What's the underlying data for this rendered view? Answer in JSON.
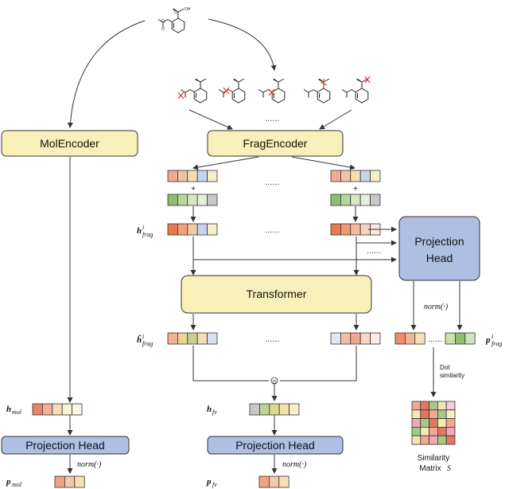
{
  "blocks": {
    "mol_encoder": "MolEncoder",
    "frag_encoder": "FragEncoder",
    "transformer": "Transformer",
    "projection_head_right_line1": "Projection",
    "projection_head_right_line2": "Head",
    "projection_head_left": "Projection Head",
    "projection_head_middle": "Projection Head"
  },
  "labels": {
    "h_frag": "h",
    "h_frag_sup": "i",
    "h_frag_sub": "frag",
    "h_hat_frag": "ĥ",
    "h_hat_frag_sup": "i",
    "h_hat_frag_sub": "frag",
    "h_mol": "h",
    "h_mol_sub": "mol",
    "h_fv": "h",
    "h_fv_sub": "fv",
    "p_mol": "p",
    "p_mol_sub": "mol",
    "p_fv": "p",
    "p_fv_sub": "fv",
    "p_frag": "p",
    "p_frag_sup": "i",
    "p_frag_sub": "frag",
    "norm_left": "norm(·)",
    "norm_middle": "norm(·)",
    "norm_right": "norm(·)",
    "plus": "+",
    "odot": "⊙",
    "dots": "......",
    "dot_similarity_line1": "Dot",
    "dot_similarity_line2": "similarity",
    "similarity_line1": "Similarity",
    "similarity_line2": "Matrix ",
    "similarity_symbol": "S",
    "atom_o": "O",
    "atom_oh": "OH"
  },
  "colors": {
    "yellow_block": "#f7f0b8",
    "blue_block": "#aebfe2",
    "cut_mark": "#d23a2a",
    "vec_frag": [
      "#f3a991",
      "#f0c3a6",
      "#f5dfb0",
      "#c9d4ec",
      "#f4efc4"
    ],
    "vec_pos": [
      "#8fbf6e",
      "#b7d69a",
      "#d7e7c0",
      "#e6efd9",
      "#c8c8c8"
    ],
    "vec_h_frag_left": [
      "#e6794f",
      "#f2a07c",
      "#f1c9a4",
      "#c9d4ec",
      "#f4efc4"
    ],
    "vec_h_frag_right": [
      "#e6794f",
      "#f09574",
      "#f3bba0",
      "#f6d3c0",
      "#fbe7dc"
    ],
    "vec_h_hat_left": [
      "#f4b08c",
      "#e8d68e",
      "#c7d08d",
      "#f3ddb2",
      "#d7dff0"
    ],
    "vec_h_hat_right": [
      "#dfe8f2",
      "#f4bba6",
      "#f1a891",
      "#f8d8cc",
      "#fbe9e2"
    ],
    "vec_h_mol": [
      "#e98367",
      "#f2b098",
      "#f5dcb5",
      "#f7f2cf",
      "#f9f6e4"
    ],
    "vec_h_fv": [
      "#c8c8c8",
      "#bfd196",
      "#d8da92",
      "#f2e4a8",
      "#f6efc8"
    ],
    "vec_p_mol": [
      "#f0a283",
      "#f5c6b0",
      "#f6e1b0"
    ],
    "vec_p_fv": [
      "#f0a283",
      "#f5c6b0",
      "#f6e1b0"
    ],
    "vec_p_frag_left": [
      "#ef8c6a",
      "#f3b59a",
      "#f6e1b8"
    ],
    "vec_p_frag_right": [
      "#c9e0a9",
      "#8fbf6e",
      "#cfe4c2"
    ],
    "sim_matrix": [
      [
        "#f3a991",
        "#e57760",
        "#a6ca86",
        "#f2e3b4",
        "#f7c8d6"
      ],
      [
        "#f7e7b8",
        "#e57760",
        "#f3a991",
        "#a6ca86",
        "#f6efc8"
      ],
      [
        "#f2a7b6",
        "#a6ca86",
        "#e57760",
        "#f7e7b8",
        "#f3a991"
      ],
      [
        "#a6ca86",
        "#f7e7b8",
        "#f3a991",
        "#e57760",
        "#f2a7b6"
      ],
      [
        "#f7e7b8",
        "#f3a991",
        "#f2a7b6",
        "#a6ca86",
        "#e57760"
      ]
    ]
  }
}
